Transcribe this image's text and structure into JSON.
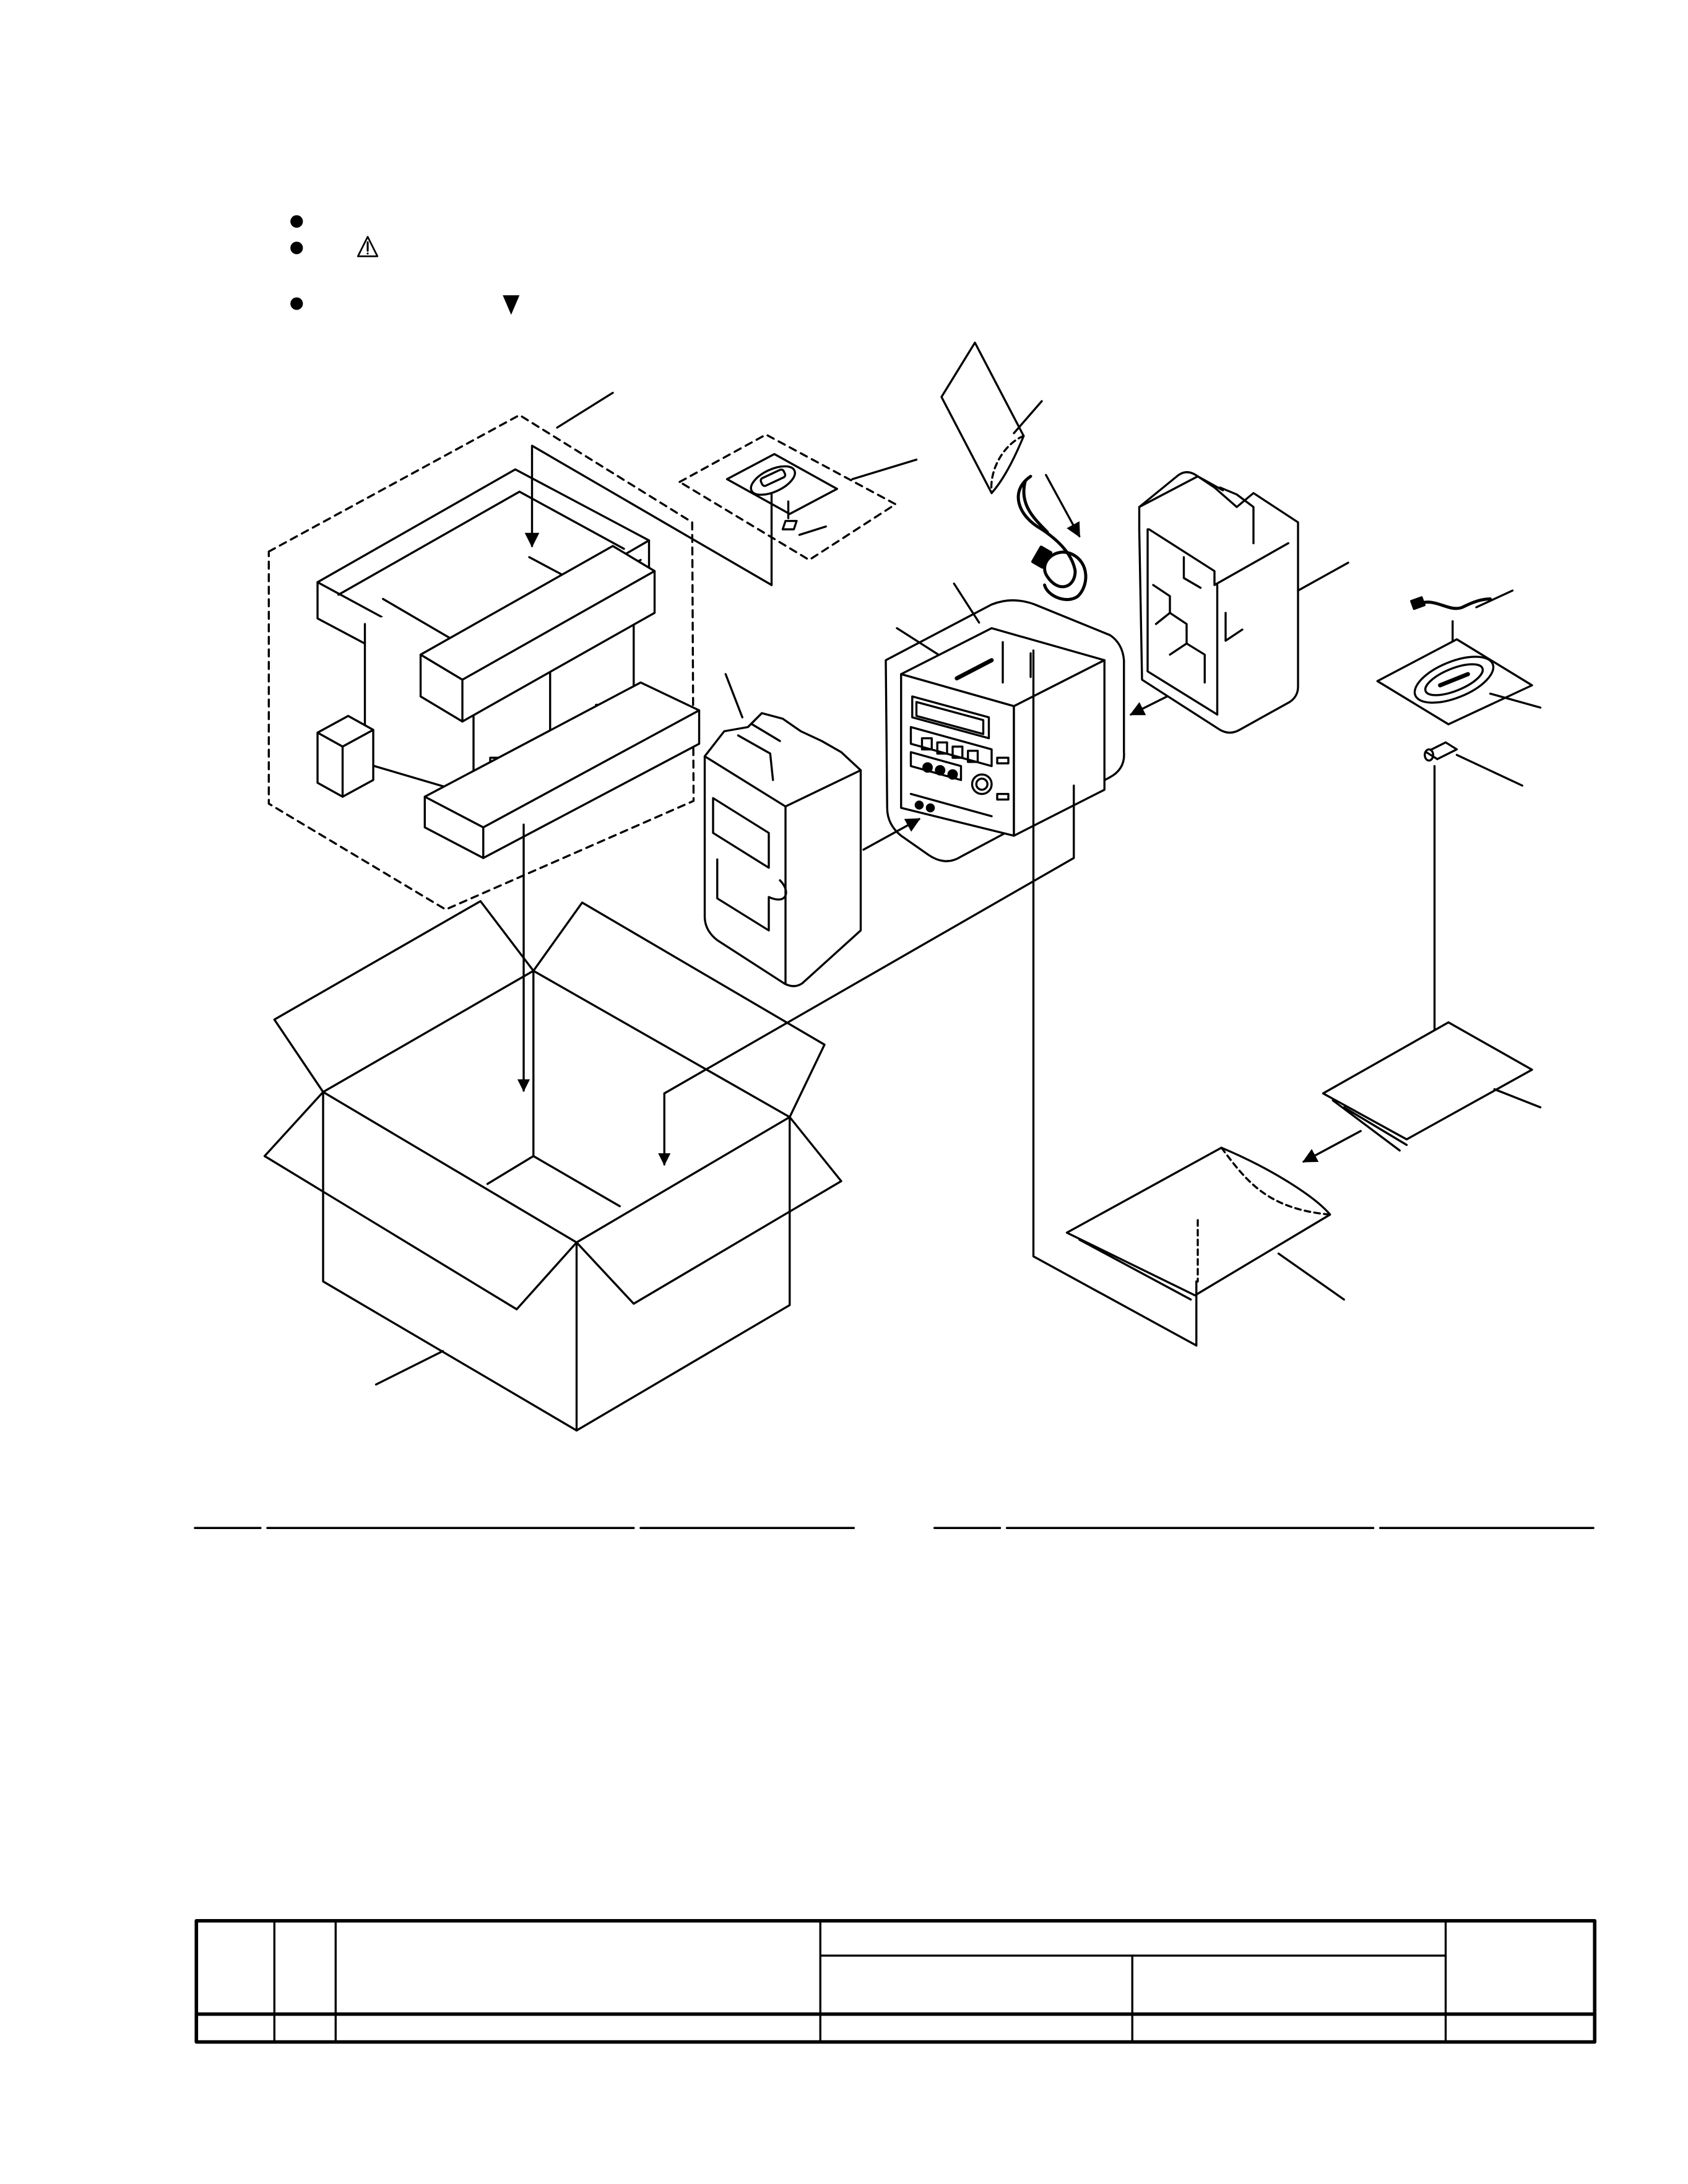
{
  "page": {
    "background": "#ffffff",
    "ink": "#000000"
  },
  "notes": [
    {
      "marker": "bullet",
      "icon": "none",
      "text": ""
    },
    {
      "marker": "bullet",
      "icon": "warning-triangle-icon",
      "text": ""
    },
    {
      "marker": "bullet",
      "icon": "down-triangle-icon",
      "text": ""
    }
  ],
  "parts_columns": [
    "",
    "",
    ""
  ],
  "parts_table": {
    "headers": [
      "",
      "",
      "",
      "",
      "",
      ""
    ],
    "rows": [
      [
        "",
        "",
        "",
        "",
        "",
        ""
      ]
    ]
  }
}
